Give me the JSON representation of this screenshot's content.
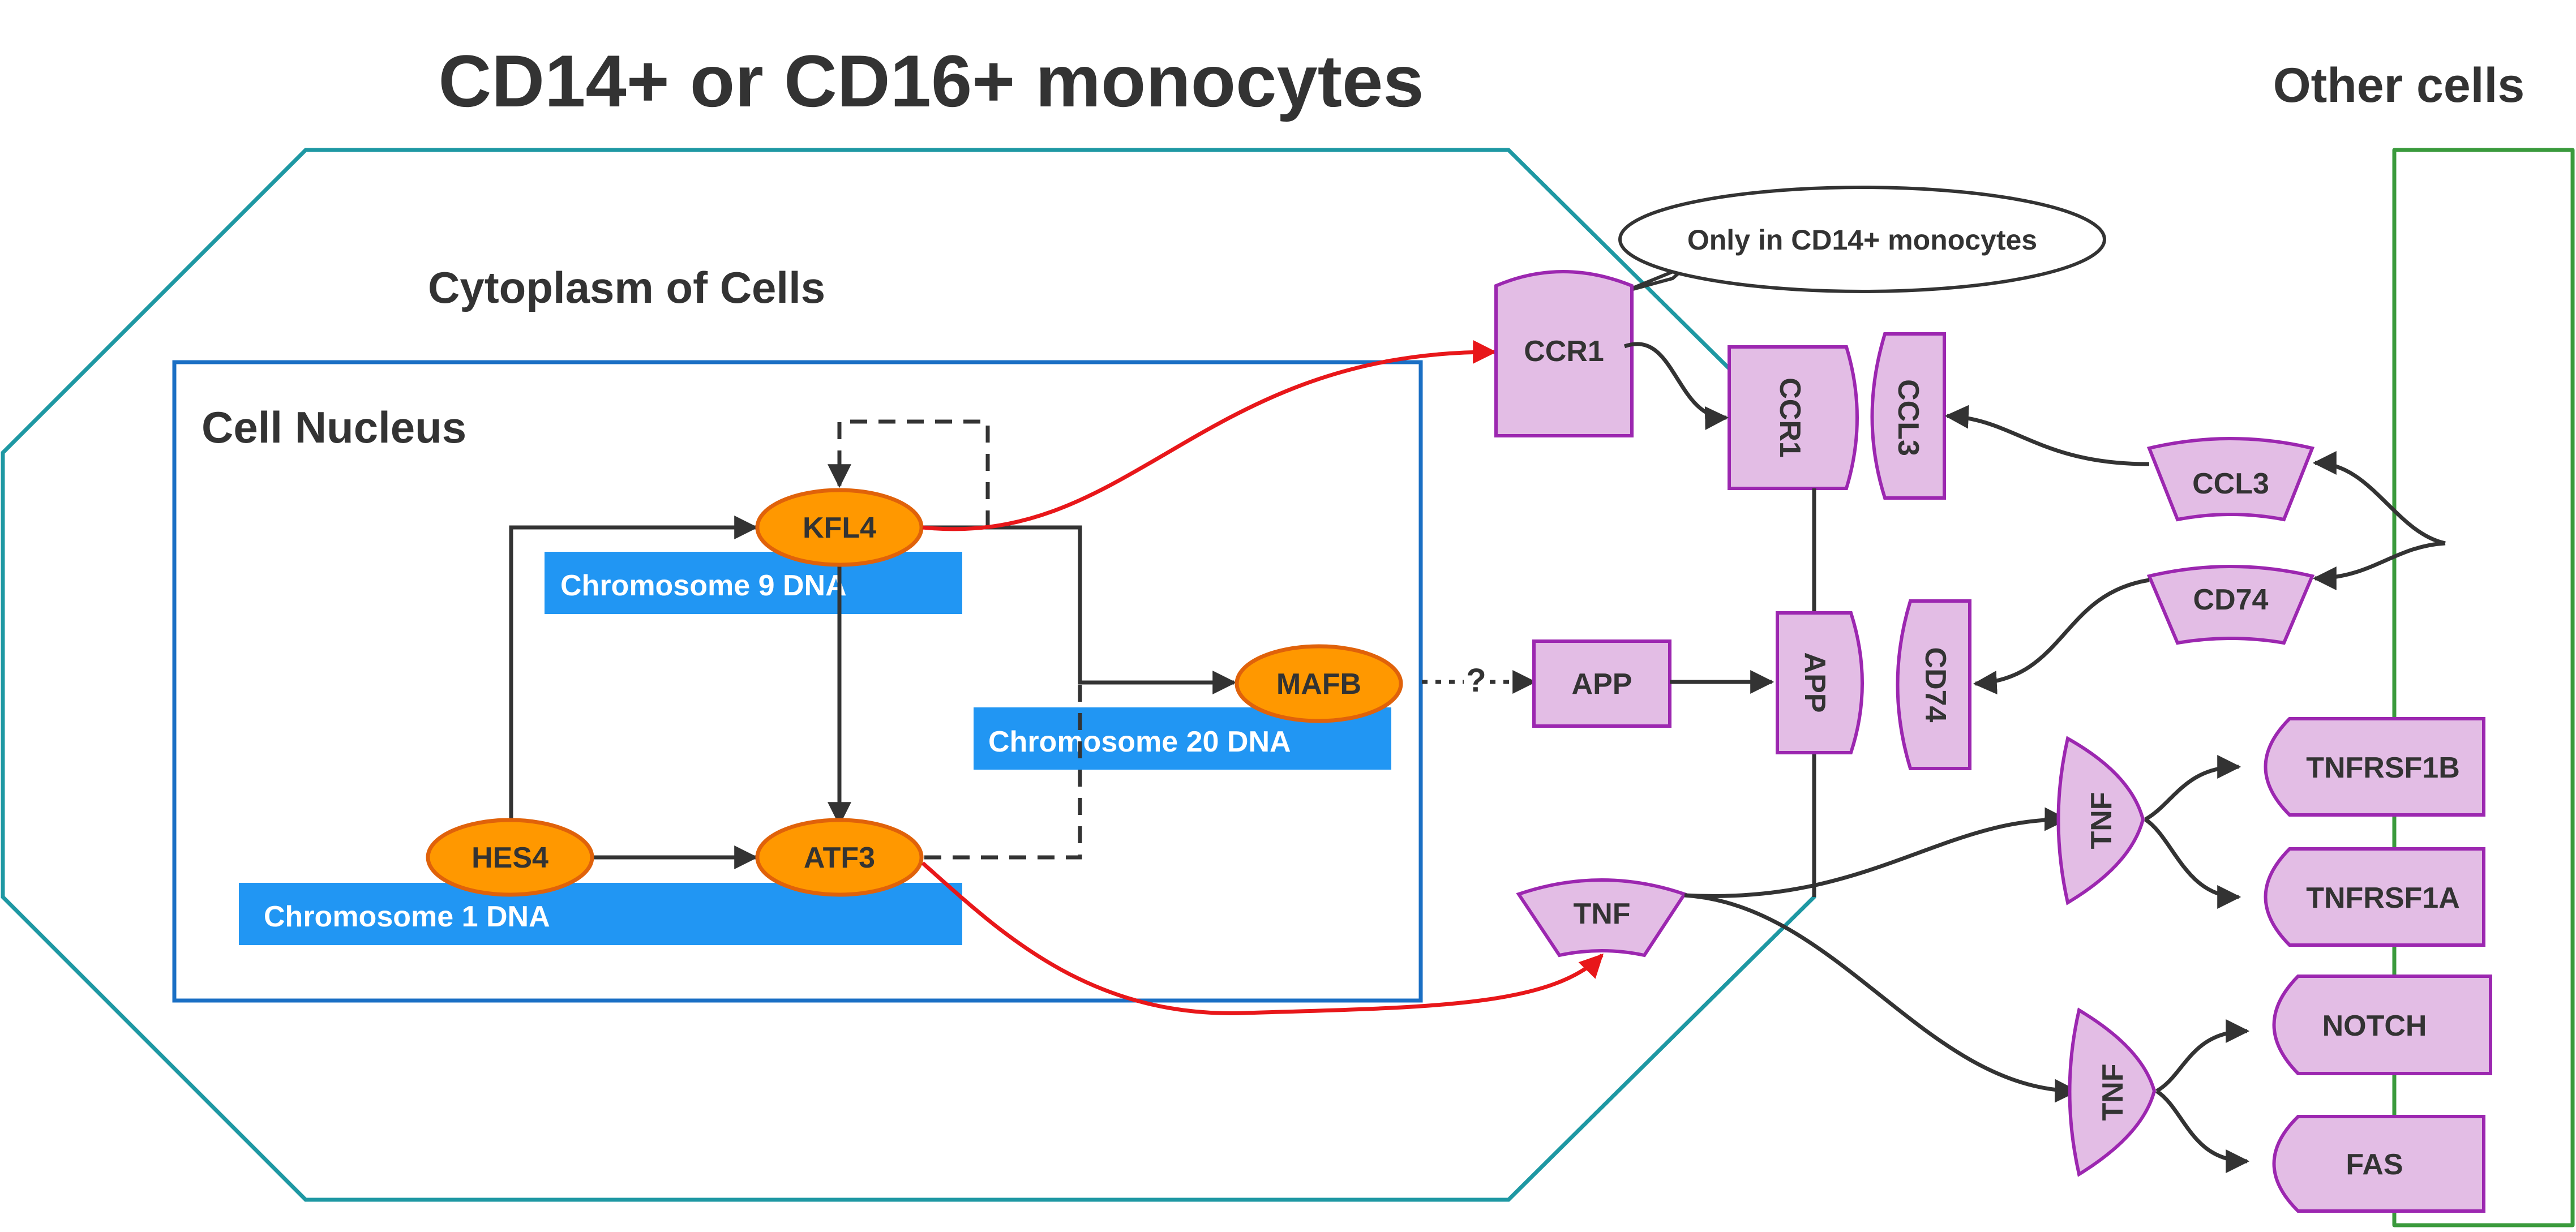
{
  "titles": {
    "main": "CD14+ or CD16+ monocytes",
    "other": "Other cells",
    "cytoplasm": "Cytoplasm of Cells",
    "nucleus": "Cell Nucleus"
  },
  "chromosomes": {
    "chr9": "Chromosome 9 DNA",
    "chr20": "Chromosome 20 DNA",
    "chr1": "Chromosome 1 DNA"
  },
  "genes": {
    "kfl4": "KFL4",
    "hes4": "HES4",
    "atf3": "ATF3",
    "mafb": "MAFB"
  },
  "proteins": {
    "ccr1_cyto": "CCR1",
    "ccr1_membrane": "CCR1",
    "ccl3_bound": "CCL3",
    "ccl3_ext": "CCL3",
    "cd74_ext": "CD74",
    "cd74_bound": "CD74",
    "app_cyto": "APP",
    "app_membrane": "APP",
    "tnf_cyto": "TNF",
    "tnf_upper": "TNF",
    "tnf_lower": "TNF",
    "tnfrsf1b": "TNFRSF1B",
    "tnfrsf1a": "TNFRSF1A",
    "notch": "NOTCH",
    "fas": "FAS"
  },
  "annotations": {
    "callout": "Only in CD14+ monocytes",
    "unknown": "?"
  },
  "colors": {
    "gene_fill": "#ff9800",
    "protein_fill": "#e3bde5",
    "protein_stroke": "#9c27b0",
    "chromosome": "#2196f3",
    "cell_border": "#1e98a3",
    "nucleus_border": "#1a6fc4",
    "other_cell_border": "#3a9a3c",
    "activation_arrow": "#e8171a"
  }
}
